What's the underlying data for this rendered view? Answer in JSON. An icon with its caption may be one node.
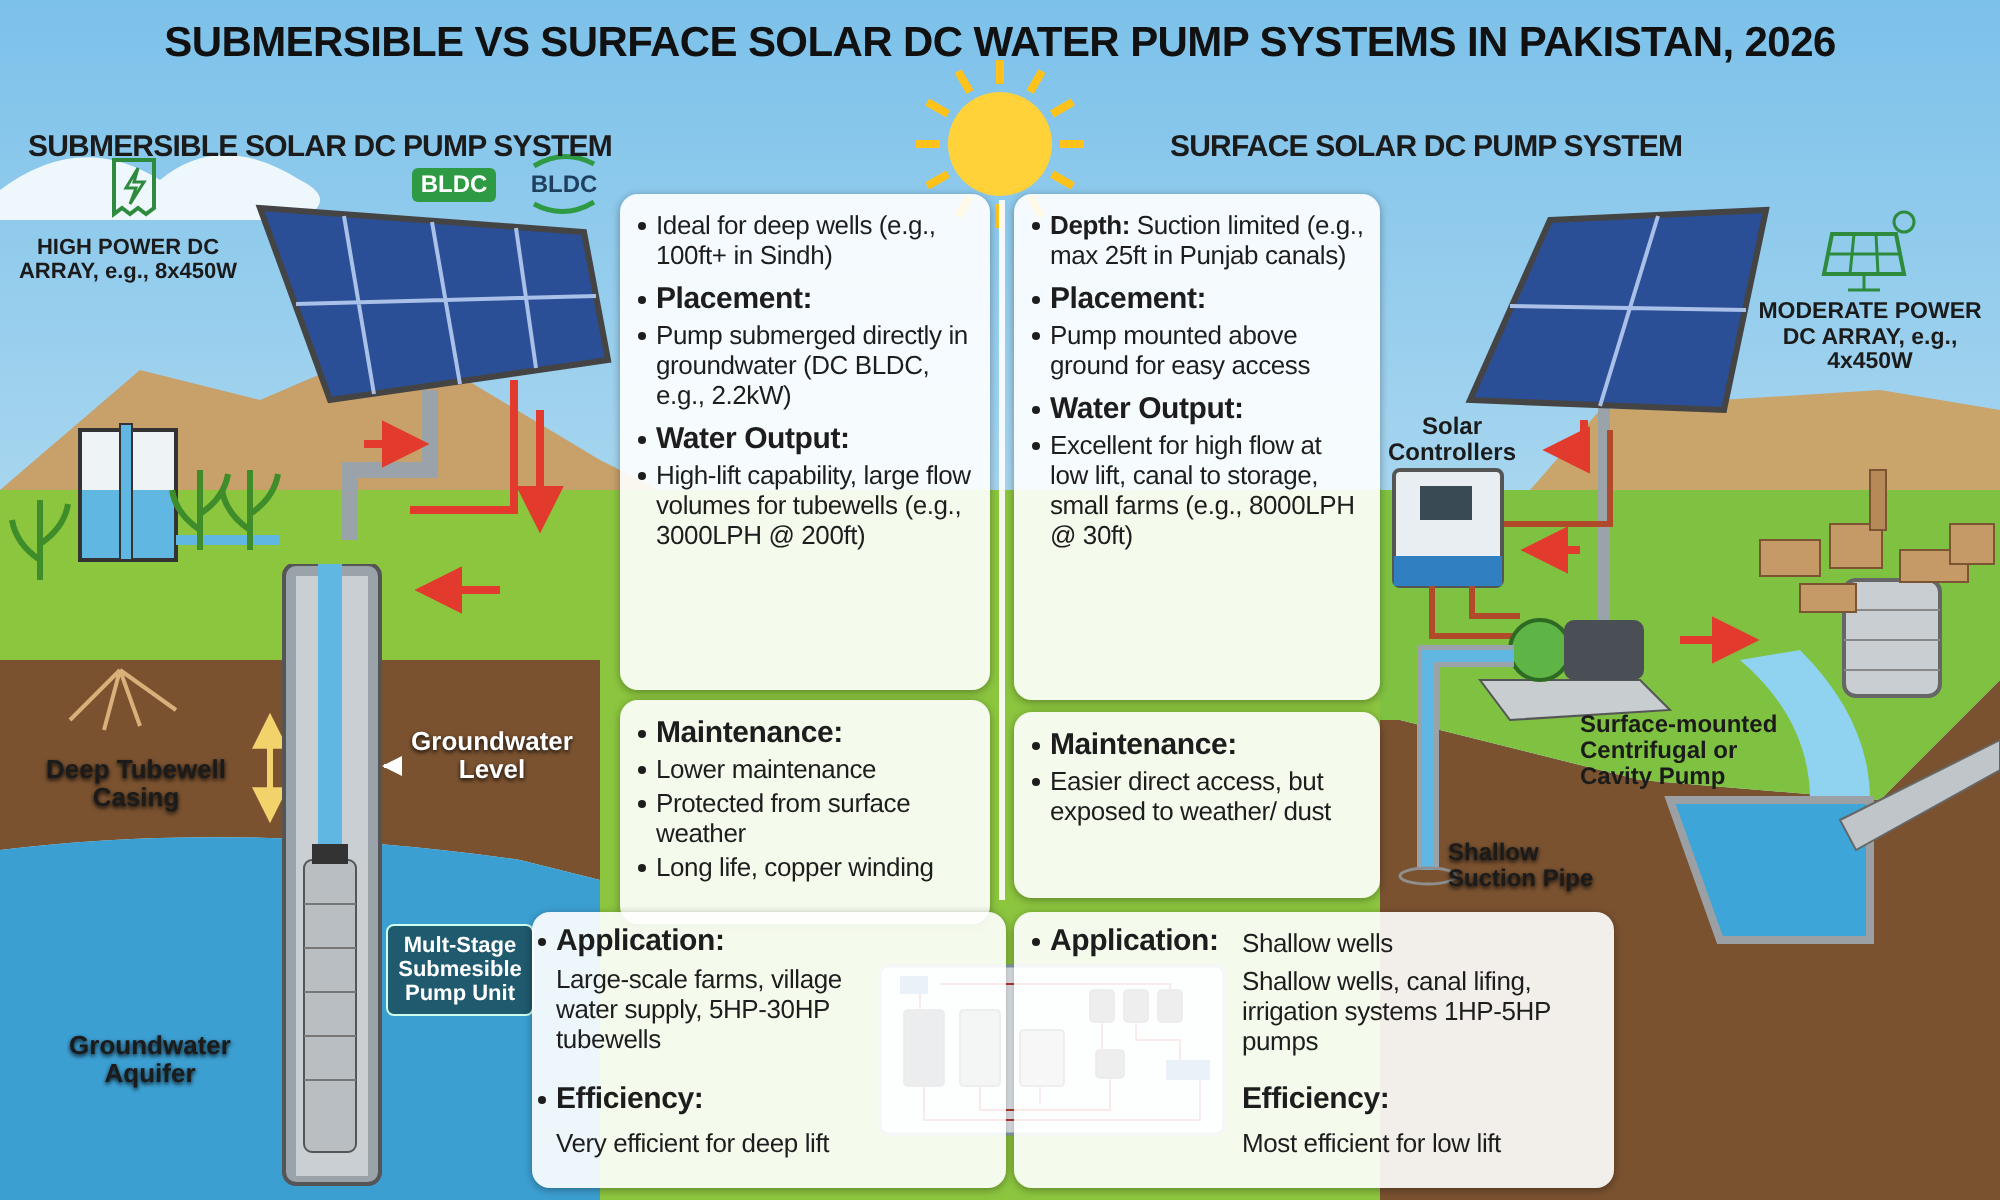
{
  "diagram": {
    "title": "SUBMERSIBLE VS SURFACE SOLAR DC WATER PUMP SYSTEMS IN PAKISTAN, 2026",
    "nodes": [
      {
        "text": [
          "Ideal for deep wells (e.g., 100ft+ in Sindh)",
          "Placement:",
          "Pump submerged directly in groundwater (DC BLDC, e.g., 2.2kW)",
          "Water Output:",
          "High-lift capability, large flow volumes for tubewells (e.g., 3000LPH @ 200ft)"
        ]
      },
      {
        "text": [
          "Maintenance:",
          "Lower maintenance",
          "Protected from surface weather",
          "Long life, copper winding"
        ]
      },
      {
        "text": [
          "Application:",
          "Large-scale farms, village water supply, 5HP-30HP tubewells",
          "Efficiency:",
          "Very efficient for deep lift"
        ]
      },
      {
        "text": [
          "**Depth:** Suction limited (e.g., max 25ft in Punjab canals)",
          "Placement:",
          "Pump mounted above ground for easy access",
          "Water Output:",
          "Excellent for high flow at low lift, canal to storage, small farms (e.g., 8000LPH @ 30ft)"
        ]
      },
      {
        "text": [
          "Maintenance:",
          "Easier direct access, but exposed to weather/ dust"
        ]
      },
      {
        "text": [
          "Application:",
          "Shallow wells",
          "Shallow wells, canal lifing, irrigation systems 1HP-5HP pumps",
          "Efficiency:",
          "Most efficient for low lift"
        ]
      },
      {
        "text": [
          "Groundwater Level"
        ]
      },
      {
        "text": [],
        "shape": "picture"
      }
    ],
    "edges": [
      {
        "from": 6,
        "to": 7,
        "arrow": "to",
        "color": "#ffffff"
      }
    ],
    "labels": [
      "SUBMERSIBLE SOLAR DC PUMP SYSTEM",
      "SURFACE SOLAR DC PUMP SYSTEM",
      "BLDC",
      "BLDC",
      "HIGH POWER DC ARRAY, e.g., 8x450W",
      "Deep Tubewell Casing",
      "Mult-Stage Submesible Pump Unit",
      "Groundwater Aquifer",
      "Solar Controllers",
      "MODERATE POWER DC ARRAY, e.g., 4x450W",
      "Surface-mounted Centrifugal or Cavity Pump",
      "Shallow Suction Pipe"
    ]
  }
}
